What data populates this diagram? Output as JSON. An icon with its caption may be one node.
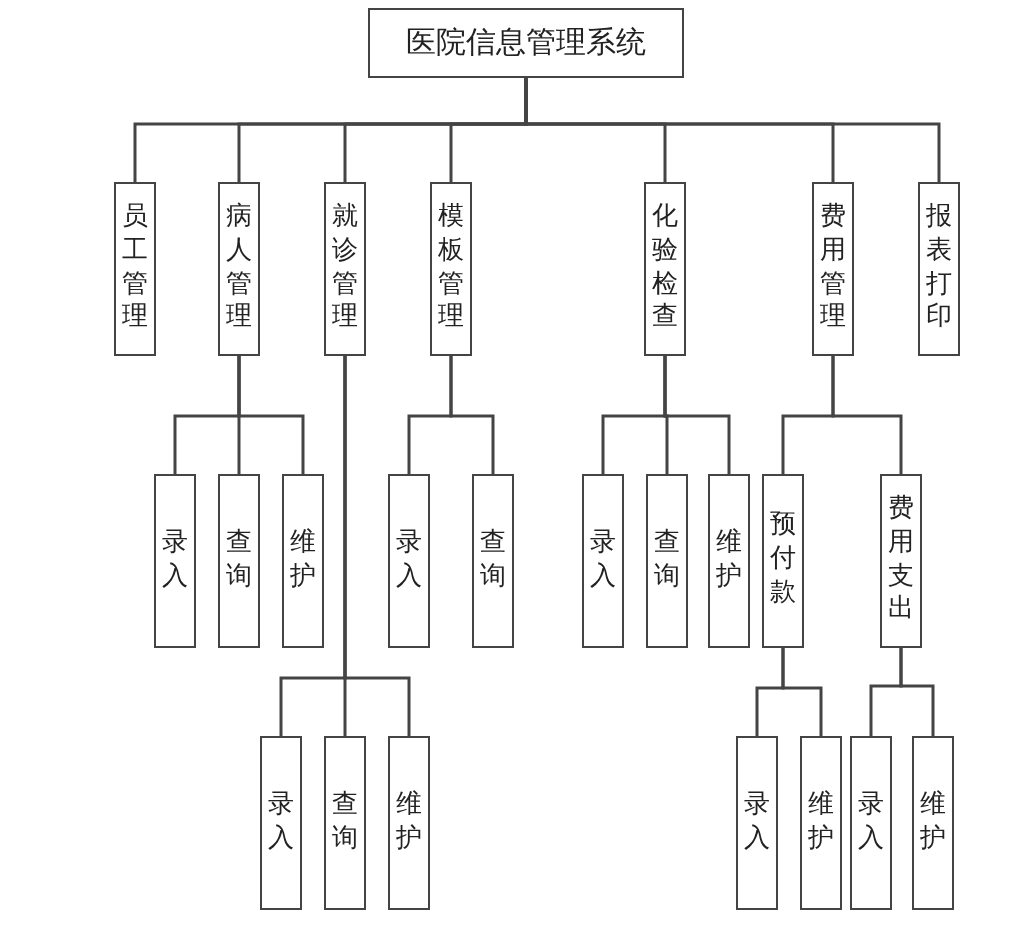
{
  "diagram": {
    "nodes": [
      {
        "text": [
          "医院信息管理系统"
        ]
      },
      {
        "text": [
          "员工管理"
        ]
      },
      {
        "text": [
          "病人管理"
        ]
      },
      {
        "text": [
          "就诊管理"
        ]
      },
      {
        "text": [
          "模板管理"
        ]
      },
      {
        "text": [
          "化验检查"
        ]
      },
      {
        "text": [
          "费用管理"
        ]
      },
      {
        "text": [
          "报表打印"
        ]
      },
      {
        "text": [
          "录入"
        ]
      },
      {
        "text": [
          "查询"
        ]
      },
      {
        "text": [
          "维护"
        ]
      },
      {
        "text": [
          "录入"
        ]
      },
      {
        "text": [
          "查询"
        ]
      },
      {
        "text": [
          "录入"
        ]
      },
      {
        "text": [
          "查询"
        ]
      },
      {
        "text": [
          "维护"
        ]
      },
      {
        "text": [
          "预付款"
        ]
      },
      {
        "text": [
          "费用支出"
        ]
      },
      {
        "text": [
          "录入"
        ]
      },
      {
        "text": [
          "查询"
        ]
      },
      {
        "text": [
          "维护"
        ]
      },
      {
        "text": [
          "录入"
        ]
      },
      {
        "text": [
          "维护"
        ]
      },
      {
        "text": [
          "录入"
        ]
      },
      {
        "text": [
          "维护"
        ]
      }
    ],
    "edges": [
      {
        "from": 0,
        "to": 1,
        "arrow": "none"
      },
      {
        "from": 0,
        "to": 2,
        "arrow": "none"
      },
      {
        "from": 0,
        "to": 3,
        "arrow": "none"
      },
      {
        "from": 0,
        "to": 4,
        "arrow": "none"
      },
      {
        "from": 0,
        "to": 5,
        "arrow": "none"
      },
      {
        "from": 0,
        "to": 6,
        "arrow": "none"
      },
      {
        "from": 0,
        "to": 7,
        "arrow": "none"
      },
      {
        "from": 2,
        "to": 8,
        "arrow": "none"
      },
      {
        "from": 2,
        "to": 9,
        "arrow": "none"
      },
      {
        "from": 2,
        "to": 10,
        "arrow": "none"
      },
      {
        "from": 4,
        "to": 11,
        "arrow": "none"
      },
      {
        "from": 4,
        "to": 12,
        "arrow": "none"
      },
      {
        "from": 5,
        "to": 13,
        "arrow": "none"
      },
      {
        "from": 5,
        "to": 14,
        "arrow": "none"
      },
      {
        "from": 5,
        "to": 15,
        "arrow": "none"
      },
      {
        "from": 6,
        "to": 16,
        "arrow": "none"
      },
      {
        "from": 6,
        "to": 17,
        "arrow": "none"
      },
      {
        "from": 3,
        "to": 18,
        "arrow": "none"
      },
      {
        "from": 3,
        "to": 19,
        "arrow": "none"
      },
      {
        "from": 3,
        "to": 20,
        "arrow": "none"
      },
      {
        "from": 16,
        "to": 21,
        "arrow": "none"
      },
      {
        "from": 16,
        "to": 22,
        "arrow": "none"
      },
      {
        "from": 17,
        "to": 23,
        "arrow": "none"
      },
      {
        "from": 17,
        "to": 24,
        "arrow": "none"
      }
    ]
  }
}
